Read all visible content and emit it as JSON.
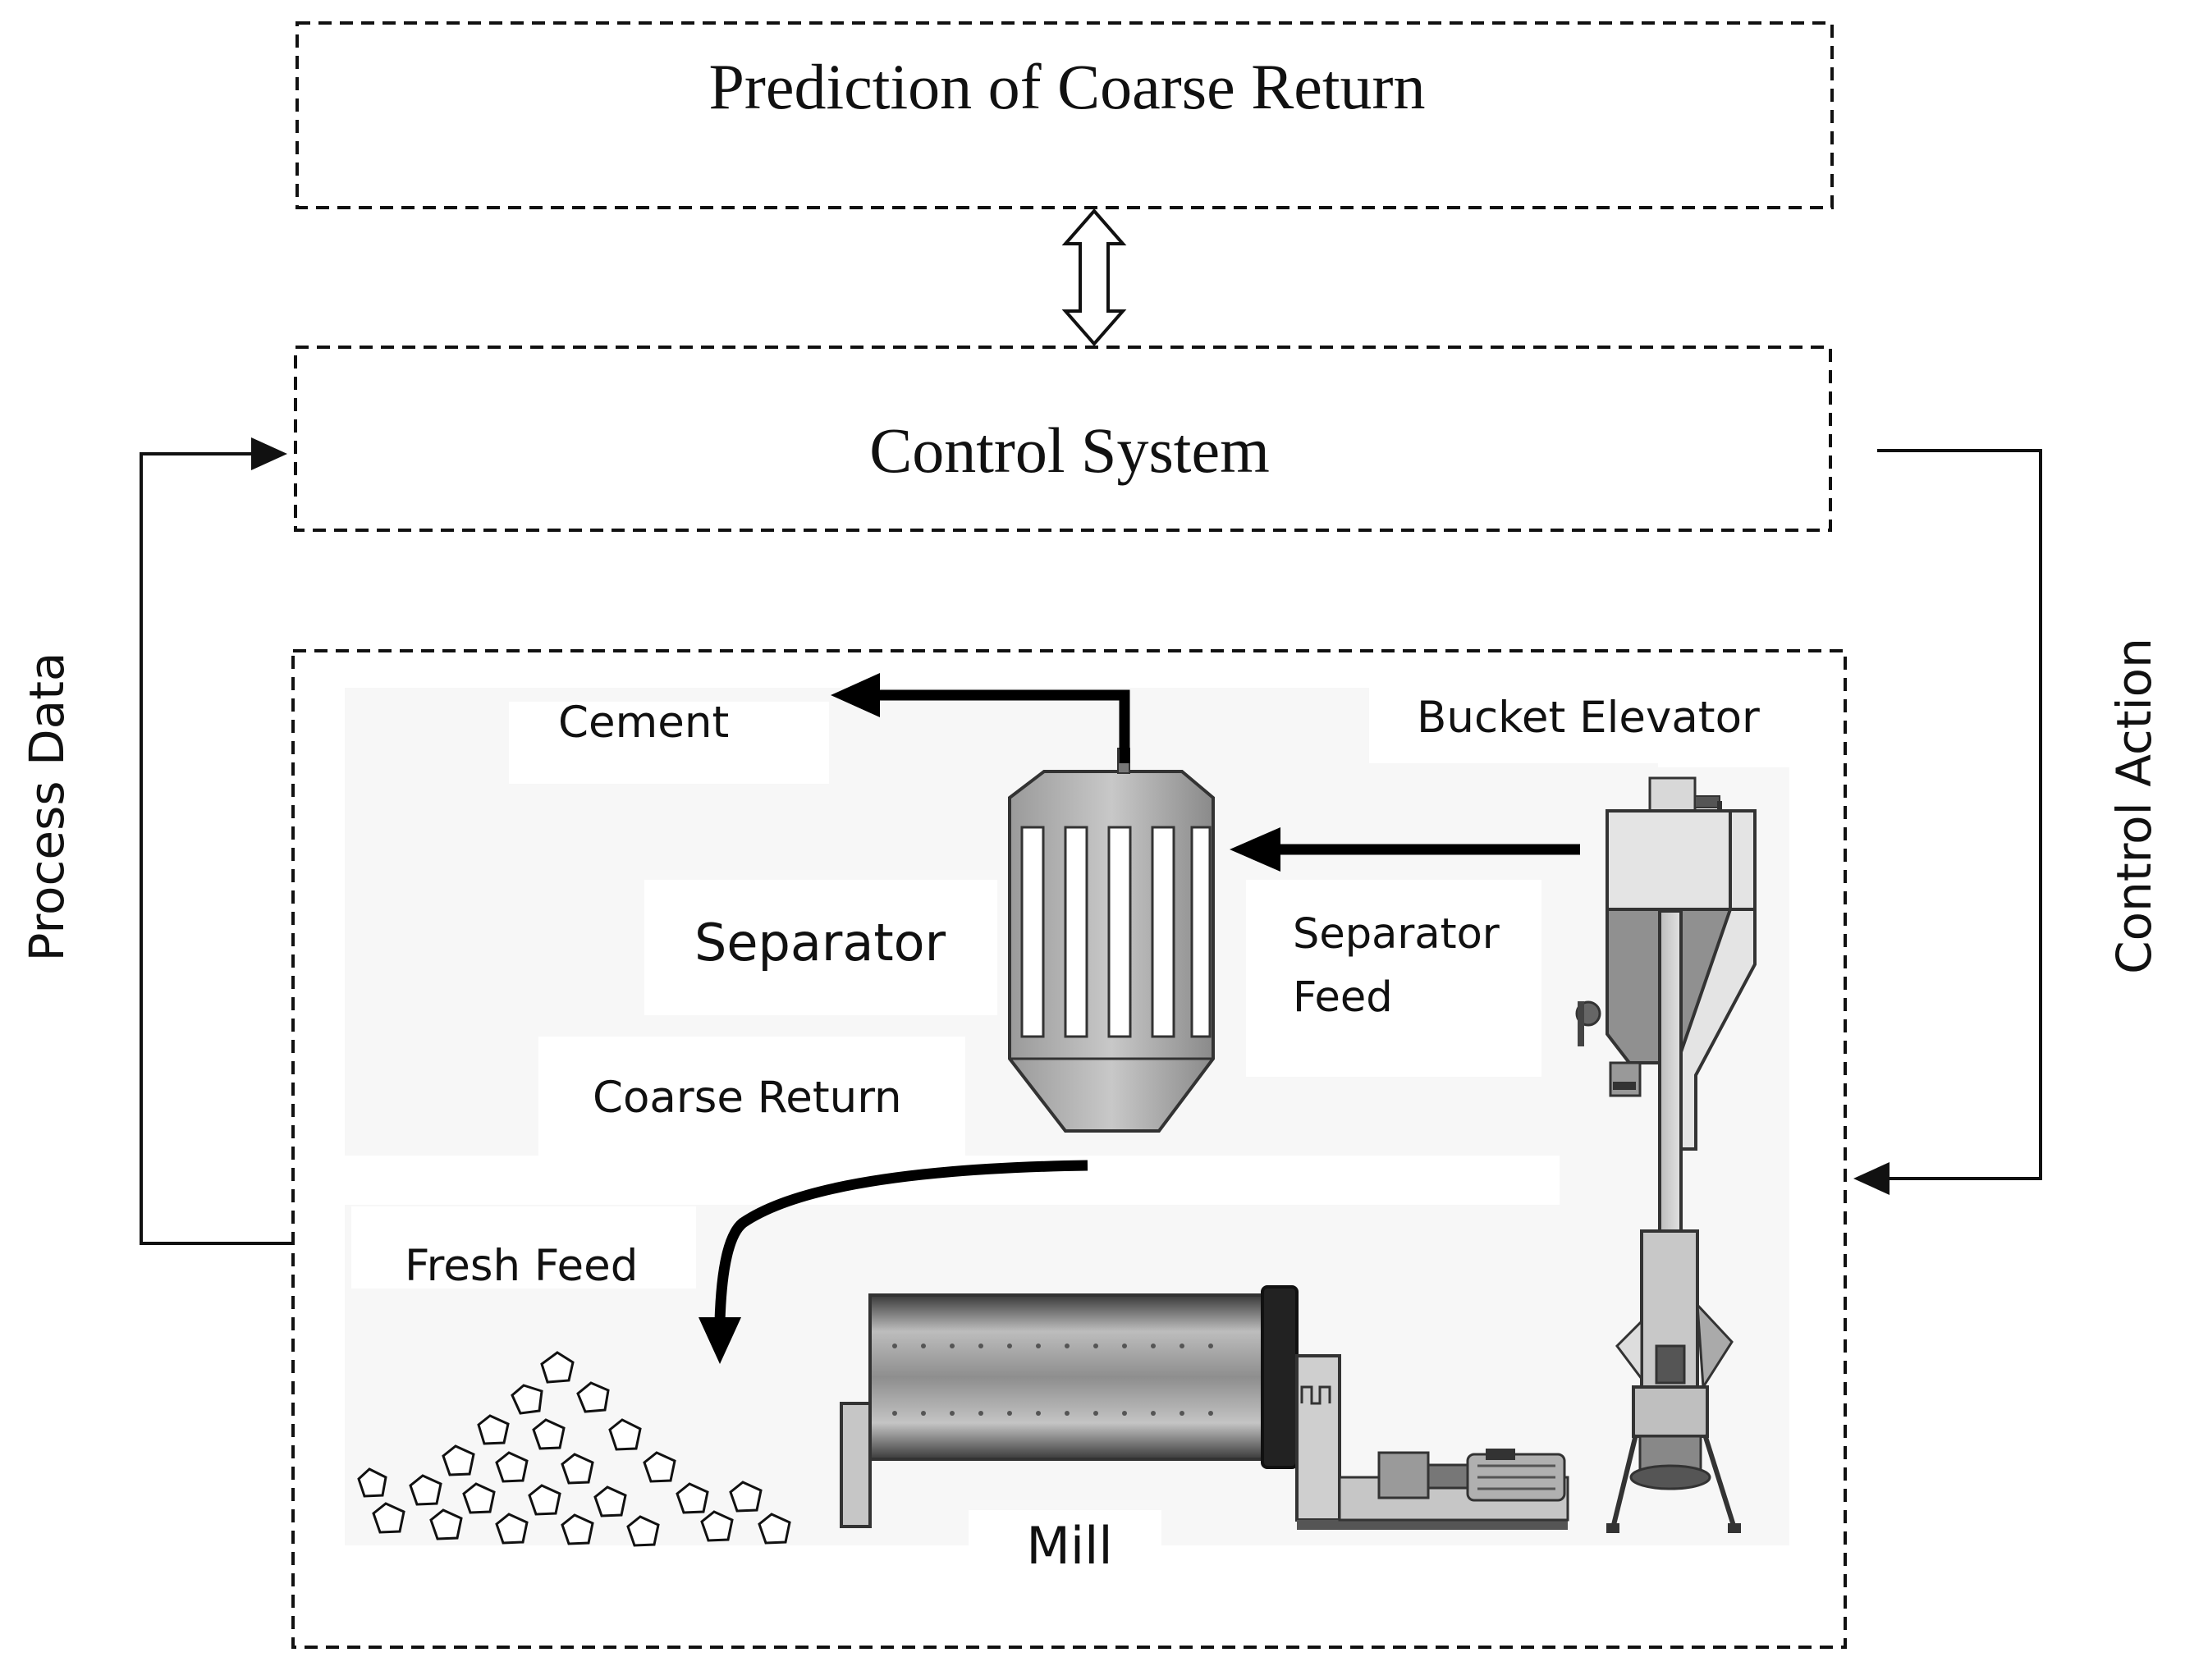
{
  "boxes": {
    "prediction": "Prediction of Coarse Return",
    "control_system": "Control System"
  },
  "side_labels": {
    "process_data": "Process Data",
    "control_action": "Control Action"
  },
  "plant": {
    "cement": "Cement",
    "bucket_elevator": "Bucket Elevator",
    "separator": "Separator",
    "separator_feed_line1": "Separator",
    "separator_feed_line2": "Feed",
    "coarse_return": "Coarse Return",
    "fresh_feed": "Fresh Feed",
    "mill": "Mill"
  },
  "colors": {
    "line": "#111111",
    "equipment_fill": "#b4b4b4",
    "equipment_dark": "#444444",
    "panel_background": "#f7f7f7"
  }
}
